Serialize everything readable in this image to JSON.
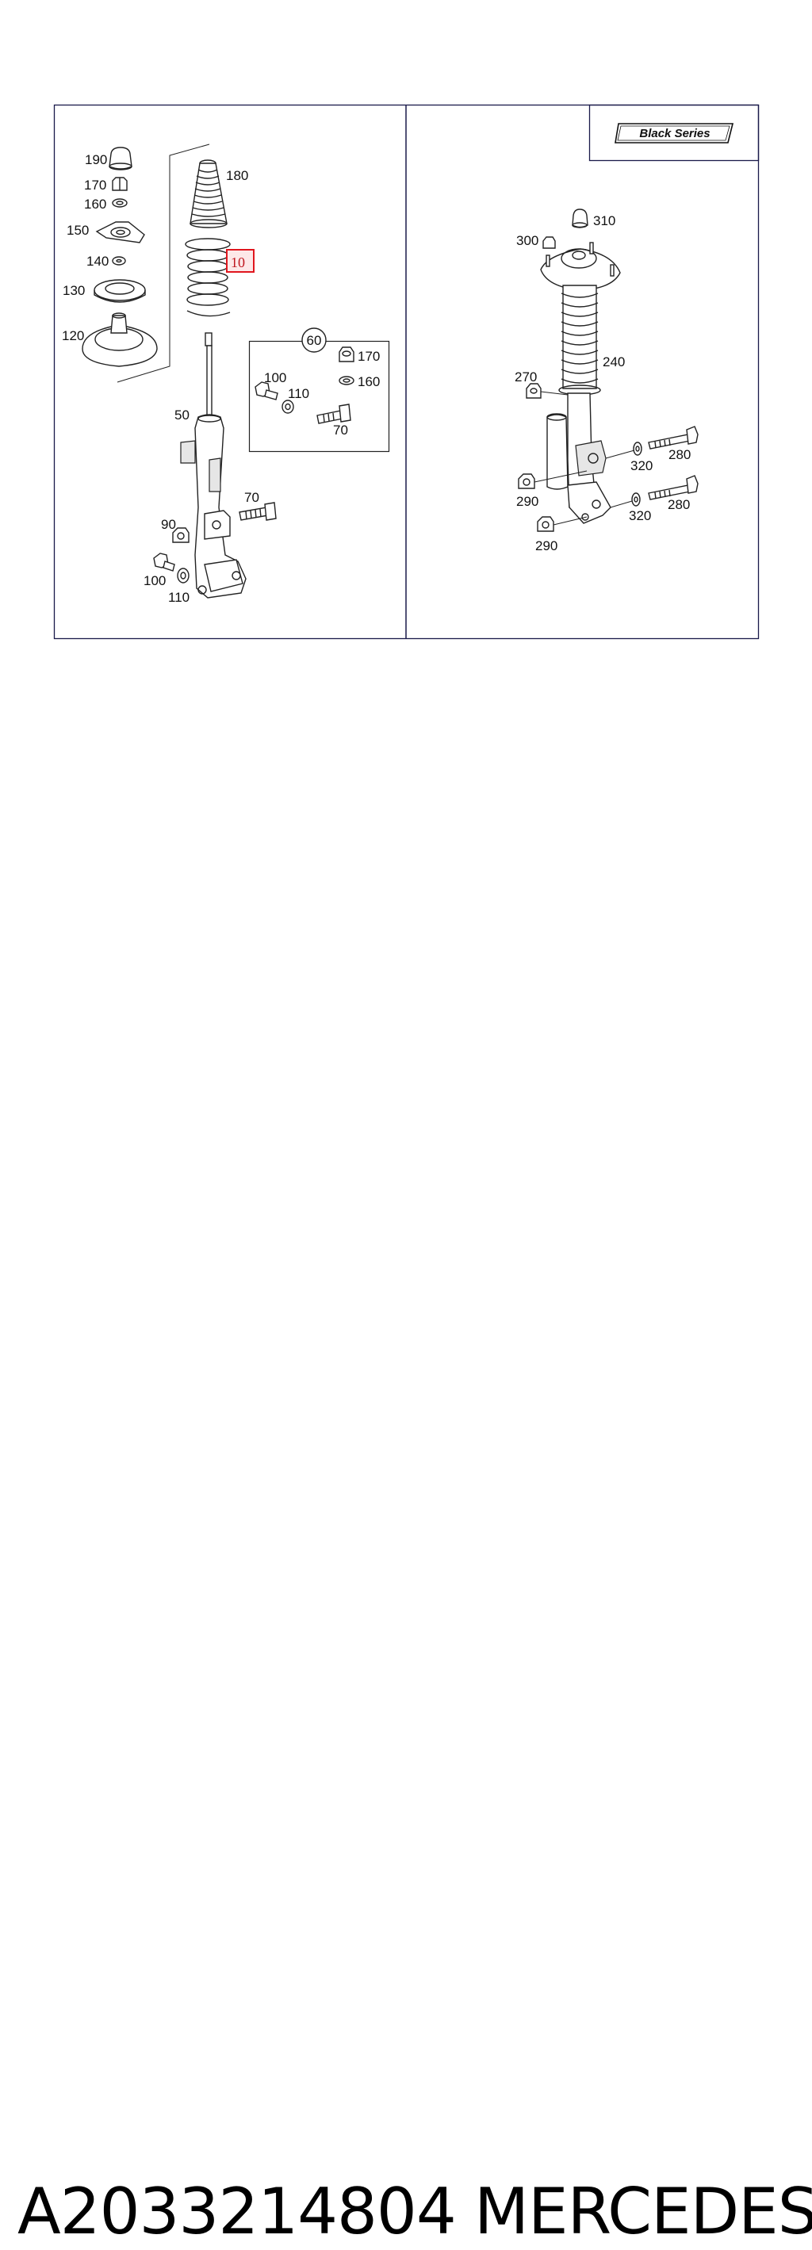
{
  "badge": "Black Series",
  "highlighted_callout": "10",
  "kit_callout": "60",
  "callouts_left": {
    "c190": "190",
    "c170": "170",
    "c160": "160",
    "c150": "150",
    "c140": "140",
    "c130": "130",
    "c120": "120",
    "c180": "180",
    "c50": "50",
    "c70": "70",
    "c90": "90",
    "c100": "100",
    "c110": "110"
  },
  "callouts_kit": {
    "c170": "170",
    "c160": "160",
    "c100": "100",
    "c110": "110",
    "c70": "70"
  },
  "callouts_right": {
    "c310": "310",
    "c300": "300",
    "c240": "240",
    "c270": "270",
    "c280a": "280",
    "c320a": "320",
    "c290a": "290",
    "c280b": "280",
    "c320b": "320",
    "c290b": "290"
  },
  "caption": {
    "part_number": "A2033214804",
    "brand": "MERCEDES"
  },
  "colors": {
    "frame": "#1a1a4a",
    "highlight": "#e0161e",
    "ink": "#222222"
  }
}
